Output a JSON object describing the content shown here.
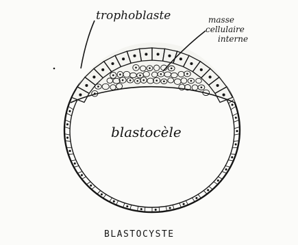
{
  "figure": {
    "labels": {
      "trophoblast": "trophoblaste",
      "icm_line1": "masse",
      "icm_line2": "cellulaire",
      "icm_line3": "interne",
      "cavity": "blastocèle",
      "caption": "BLASTOCYSTE"
    },
    "ink_color": "#151515",
    "paper_color": "#fbfbf9"
  }
}
